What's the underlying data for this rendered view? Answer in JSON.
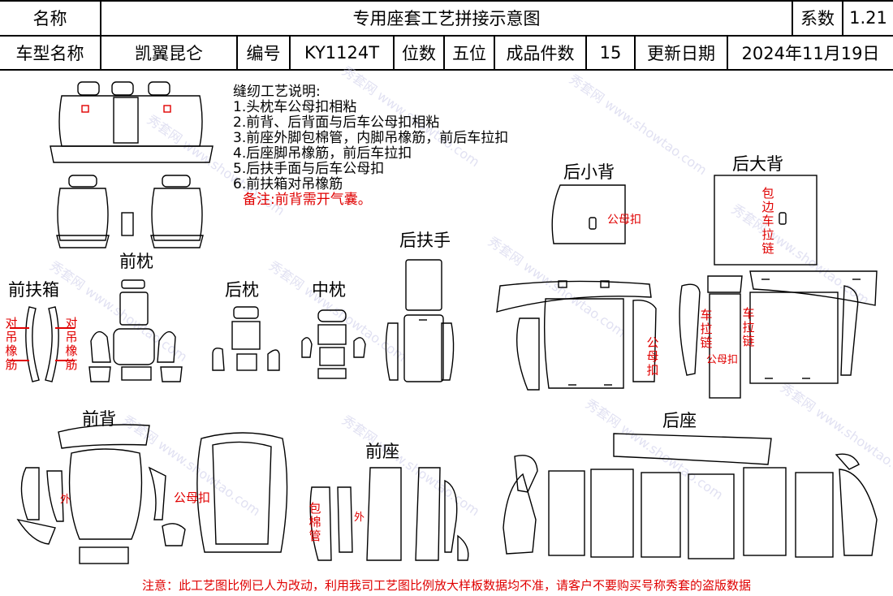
{
  "header": {
    "name_label": "名称",
    "title": "专用座套工艺拼接示意图",
    "coef_label": "系数",
    "coef_value": "1.21",
    "model_label": "车型名称",
    "model_value": "凯翼昆仑",
    "code_label": "编号",
    "code_value": "KY1124T",
    "seats_label": "位数",
    "seats_value": "五位",
    "pieces_label": "成品件数",
    "pieces_value": "15",
    "date_label": "更新日期",
    "date_value": "2024年11月19日"
  },
  "notes": {
    "title": "缝纫工艺说明:",
    "items": [
      "1.头枕车公母扣相粘",
      "2.前背、后背面与后车公母扣相粘",
      "3.前座外脚包棉管，内脚吊橡筋，前后车拉扣",
      "4.后座脚吊橡筋，前后车拉扣",
      "5.后扶手面与后车公母扣",
      "6.前扶箱对吊橡筋"
    ],
    "remark": "备注:前背需开气囊。"
  },
  "sections": {
    "front_headrest": "前枕",
    "front_armbox": "前扶箱",
    "rear_headrest": "后枕",
    "mid_headrest": "中枕",
    "rear_armrest": "后扶手",
    "rear_small_back": "后小背",
    "rear_big_back": "后大背",
    "front_back": "前背",
    "front_seat": "前座",
    "rear_seat": "后座"
  },
  "annotations": {
    "snap_rear_small": "公母扣",
    "wrap_zipper": "包边车拉链",
    "zipper_left": "车拉链",
    "zipper_right": "车拉链",
    "snap_mid": "公母扣",
    "snap_vertical": "公母扣",
    "hang_elastic_left": "对吊橡筋",
    "hang_elastic_right": "对吊橡筋",
    "outer_back": "外",
    "snap_front_back": "公母扣",
    "cotton_tube": "包棉管",
    "outer_seat": "外"
  },
  "watermark": "秀套网 www.showtao.com",
  "footer": "注意：此工艺图比例已人为改动，利用我司工艺图比例放大样板数据均不准，请客户不要购买号称秀套的盗版数据",
  "colors": {
    "line": "#000000",
    "accent": "#e00000"
  }
}
